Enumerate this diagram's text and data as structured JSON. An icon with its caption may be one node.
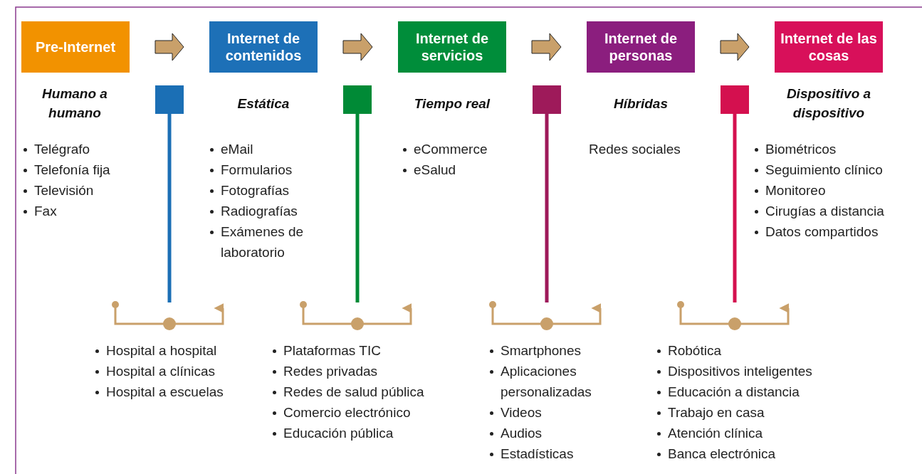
{
  "diagram": {
    "nodes": [
      {
        "text": [
          "Pre-Internet"
        ]
      },
      {
        "text": [
          "Internet de contenidos"
        ]
      },
      {
        "text": [
          "Internet de servicios"
        ]
      },
      {
        "text": [
          "Internet de personas"
        ]
      },
      {
        "text": [
          "Internet de las cosas"
        ]
      }
    ],
    "edges": [
      {
        "from": 0,
        "to": 1,
        "arrow": "to",
        "style": "thick"
      },
      {
        "from": 1,
        "to": 2,
        "arrow": "to",
        "style": "thick"
      },
      {
        "from": 2,
        "to": 3,
        "arrow": "to",
        "style": "thick"
      },
      {
        "from": 3,
        "to": 4,
        "arrow": "to",
        "style": "thick"
      }
    ],
    "labels": [
      "Humano a humano",
      "Telégrafo",
      "Telefonía fija",
      "Televisión",
      "Fax",
      "Estática",
      "eMail",
      "Formularios",
      "Fotografías",
      "Radiografías",
      "Exámenes de laboratorio",
      "Tiempo real",
      "eCommerce",
      "eSalud",
      "Híbridas",
      "Redes sociales",
      "Dispositivo a dispositivo",
      "Biométricos",
      "Seguimiento clínico",
      "Monitoreo",
      "Cirugías a distancia",
      "Datos compartidos",
      "Hospital a hospital",
      "Hospital a clínicas",
      "Hospital a escuelas",
      "Plataformas TIC",
      "Redes privadas",
      "Redes de salud pública",
      "Comercio electrónico",
      "Educación pública",
      "Smartphones",
      "Aplicaciones personalizadas",
      "Videos",
      "Audios",
      "Estadísticas",
      "Robótica",
      "Dispositivos inteligentes",
      "Educación a distancia",
      "Trabajo en casa",
      "Atención clínica",
      "Banca electrónica"
    ]
  }
}
